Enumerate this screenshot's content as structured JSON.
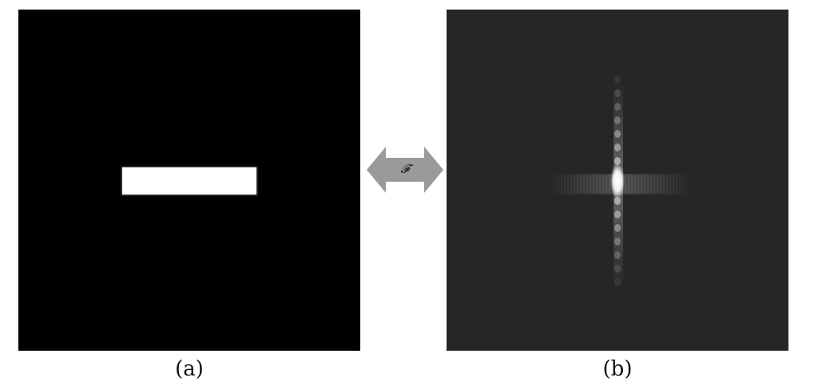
{
  "figure": {
    "panel_a": {
      "caption": "(a)",
      "background_color": "#000000",
      "shape_color": "#ffffff"
    },
    "panel_b": {
      "caption": "(b)",
      "background_color": "#262626",
      "peak_color": "#ffffff"
    },
    "transform_arrow": {
      "symbol": "𝓕",
      "color": "#9a9a9a"
    }
  }
}
